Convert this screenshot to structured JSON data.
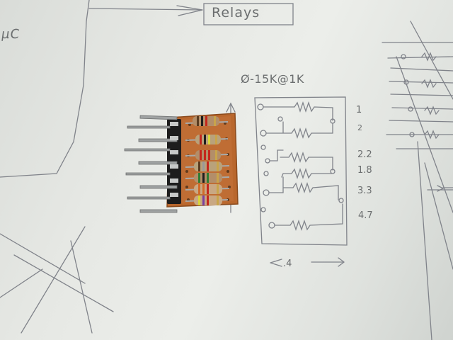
{
  "sketch": {
    "relays_label": "Relays",
    "mc_label": "μC",
    "range_label": "Ø-15K@1K",
    "resistor_values": [
      "1",
      "2",
      "2.2",
      "1.8",
      "3.3",
      "4.7"
    ],
    "spacing_label": ".4"
  },
  "colors": {
    "paper": "#e6e8e4",
    "pencil": "#6b6e6f",
    "pcb": "#b9672d",
    "header": "#1d1d1d",
    "pin": "#a9abab"
  }
}
